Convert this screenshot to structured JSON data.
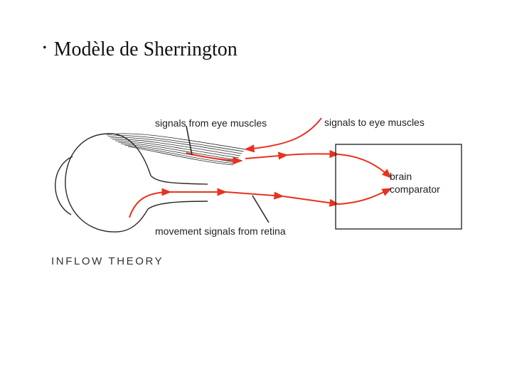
{
  "slide": {
    "bullet": "•",
    "title": "Modèle de Sherrington"
  },
  "diagram": {
    "labels": {
      "signals_from_eye_muscles": "signals from eye muscles",
      "signals_to_eye_muscles": "signals to eye muscles",
      "brain": "brain",
      "comparator": "comparator",
      "movement_signals_from_retina": "movement signals from retina"
    },
    "caption": "INFLOW THEORY",
    "colors": {
      "signal": "#e8321e",
      "line": "#2a2a2a"
    }
  }
}
